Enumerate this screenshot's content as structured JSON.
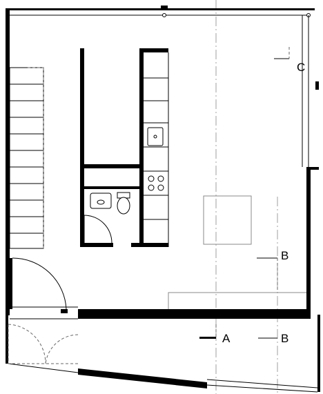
{
  "section_markers": {
    "a": "A",
    "b_upper": "B",
    "b_lower": "B",
    "c": "C"
  }
}
